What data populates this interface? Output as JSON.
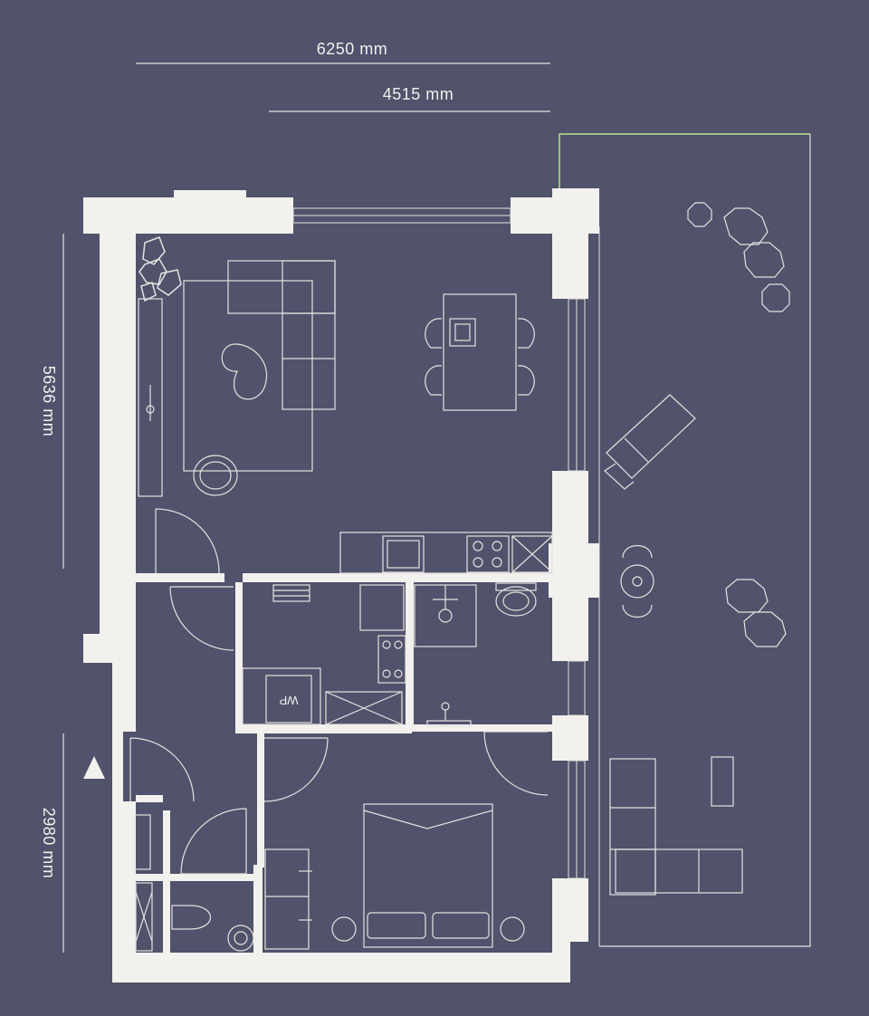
{
  "dimensions": {
    "top_overall": "6250 mm",
    "top_inner": "4515 mm",
    "left_upper": "5636 mm",
    "left_lower": "2980 mm"
  },
  "appliance_label": "WP",
  "colors": {
    "background": "#51526b",
    "wall": "#f2f1ee",
    "line": "#e4e3e0",
    "terrace_edge": "#b7e38a"
  },
  "icons": {
    "entrance": "entrance-triangle-icon"
  }
}
